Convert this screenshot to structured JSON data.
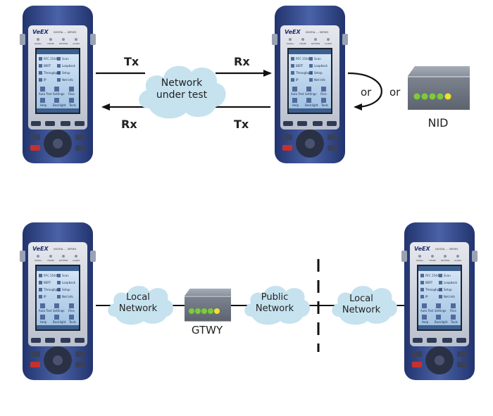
{
  "device": {
    "brand": "VeEX",
    "model": "DIGITAL ... SERIES",
    "leds": [
      "SIGNAL",
      "FRAME",
      "PATTERN",
      "ALARM"
    ],
    "screen_items": [
      [
        "RFC 2544",
        "Scan"
      ],
      [
        "BERT",
        "Loopback"
      ],
      [
        "Throughput",
        "Setup"
      ],
      [
        "IP",
        "Net Info"
      ],
      [
        "Auto Test",
        "Settings",
        "Files"
      ],
      [
        "Help",
        "Backlight",
        "Tools"
      ]
    ]
  },
  "top": {
    "tx_left": "Tx",
    "rx_right": "Rx",
    "rx_left": "Rx",
    "tx_right": "Tx",
    "cloud_line1": "Network",
    "cloud_line2": "under test",
    "or1": "or",
    "or2": "or",
    "nid": "NID"
  },
  "bottom": {
    "cloud1_line1": "Local",
    "cloud1_line2": "Network",
    "gtwy": "GTWY",
    "cloud2_line1": "Public",
    "cloud2_line2": "Network",
    "cloud3_line1": "Local",
    "cloud3_line2": "Network"
  },
  "colors": {
    "cloud": "#c6e2ef",
    "device_blue": "#3a4f8f",
    "screen": "#bcd6ee",
    "box": "#7c8390",
    "led_green": "#7ecb3a",
    "led_yellow": "#f0e22a"
  }
}
